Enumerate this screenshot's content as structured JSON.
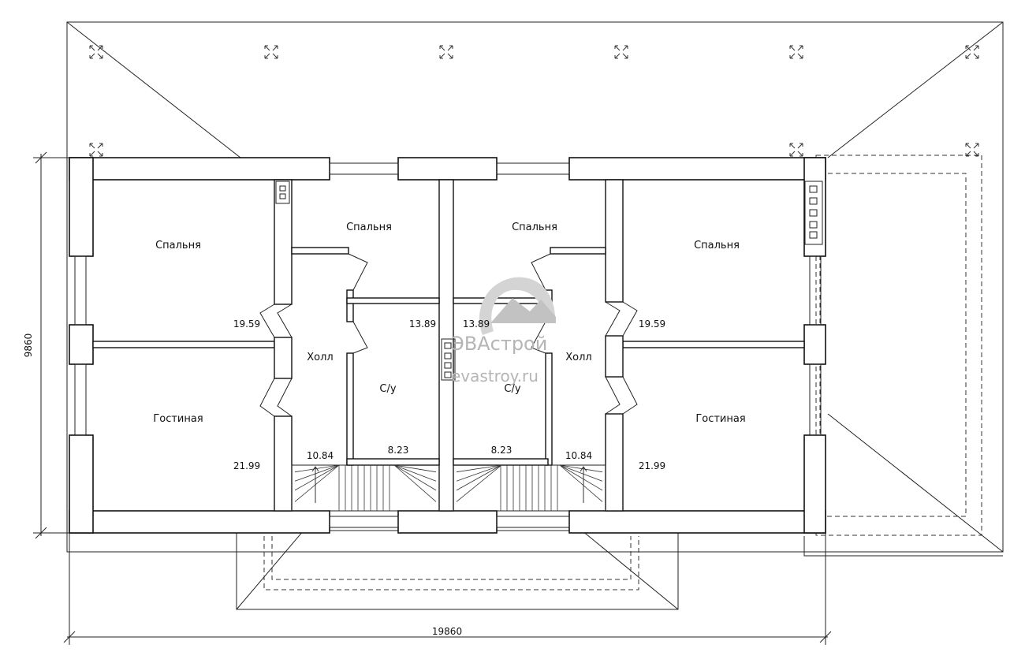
{
  "rooms": {
    "left_bedroom_large": "Спальня",
    "left_living": "Гостиная",
    "left_bedroom_small": "Спальня",
    "left_hall": "Холл",
    "left_bath": "С/у",
    "right_bedroom_small": "Спальня",
    "right_bedroom_large": "Спальня",
    "right_living": "Гостиная",
    "right_hall": "Холл",
    "right_bath": "С/у"
  },
  "areas": {
    "left_bedroom_large": "19.59",
    "left_living": "21.99",
    "left_bedroom_small": "13.89",
    "left_hall": "10.84",
    "left_bath": "8.23",
    "right_bedroom_small": "13.89",
    "right_bedroom_large": "19.59",
    "right_living": "21.99",
    "right_hall": "10.84",
    "right_bath": "8.23"
  },
  "dimensions": {
    "width": "19860",
    "height": "9860"
  },
  "watermark": {
    "brand": "ЭВАстрой",
    "site": "evastroy.ru"
  }
}
